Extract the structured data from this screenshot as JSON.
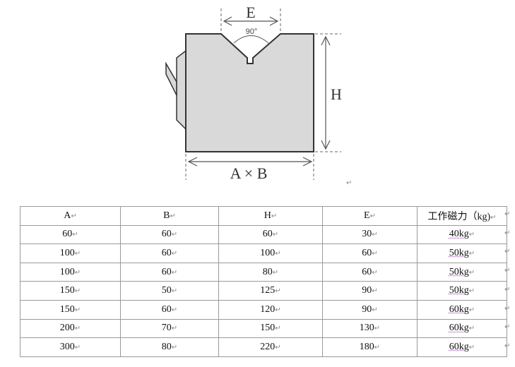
{
  "diagram": {
    "label_e": "E",
    "label_angle": "90°",
    "label_h": "H",
    "label_ab": "A × B"
  },
  "table": {
    "headers": [
      "A",
      "B",
      "H",
      "E",
      "工作磁力（kg)"
    ],
    "rows": [
      [
        "60",
        "60",
        "60",
        "30",
        "40kg"
      ],
      [
        "100",
        "60",
        "100",
        "60",
        "50kg"
      ],
      [
        "100",
        "60",
        "80",
        "60",
        "50kg"
      ],
      [
        "150",
        "50",
        "125",
        "90",
        "50kg"
      ],
      [
        "150",
        "60",
        "120",
        "90",
        "60kg"
      ],
      [
        "200",
        "70",
        "150",
        "130",
        "60kg"
      ],
      [
        "300",
        "80",
        "220",
        "180",
        "60kg"
      ]
    ]
  },
  "colors": {
    "block_fill": "#d9d9d9",
    "border": "#333333"
  }
}
